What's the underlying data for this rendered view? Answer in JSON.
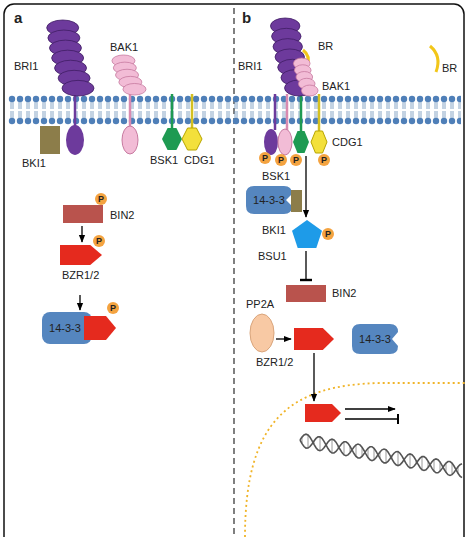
{
  "diagram": {
    "nodes": [
      {
        "text": [
          "BRI1"
        ]
      },
      {
        "text": [
          "BAK1"
        ]
      },
      {
        "text": [
          "BKI1"
        ]
      },
      {
        "text": [
          "BSK1"
        ]
      },
      {
        "text": [
          "CDG1"
        ]
      },
      {
        "text": [
          "BIN2"
        ]
      },
      {
        "text": [
          "BZR1/2"
        ]
      },
      {
        "text": [
          "14-3-3"
        ]
      },
      {
        "text": [
          "BRI1"
        ]
      },
      {
        "text": [
          "BAK1"
        ]
      },
      {
        "text": [
          "BSK1"
        ]
      },
      {
        "text": [
          "CDG1"
        ]
      },
      {
        "text": [
          "14-3-3"
        ]
      },
      {
        "text": [
          "BKI1"
        ]
      },
      {
        "text": [
          "BSU1"
        ]
      },
      {
        "text": [
          "BIN2"
        ]
      },
      {
        "text": [
          "PP2A"
        ]
      },
      {
        "text": [
          "BZR1/2"
        ]
      },
      {
        "text": [
          "14-3-3"
        ]
      }
    ],
    "edges": [
      {
        "from": 5,
        "to": 6,
        "arrow": "to"
      },
      {
        "from": 6,
        "to": 7,
        "arrow": "to"
      },
      {
        "from": 10,
        "to": 14,
        "arrow": "to"
      },
      {
        "from": 14,
        "to": 15,
        "arrow": "to"
      },
      {
        "from": 16,
        "to": 17,
        "arrow": "to"
      }
    ],
    "labels": [
      "a",
      "b",
      "P",
      "P",
      "P",
      "P",
      "P",
      "P",
      "P",
      "P",
      "BR",
      "BR"
    ]
  }
}
